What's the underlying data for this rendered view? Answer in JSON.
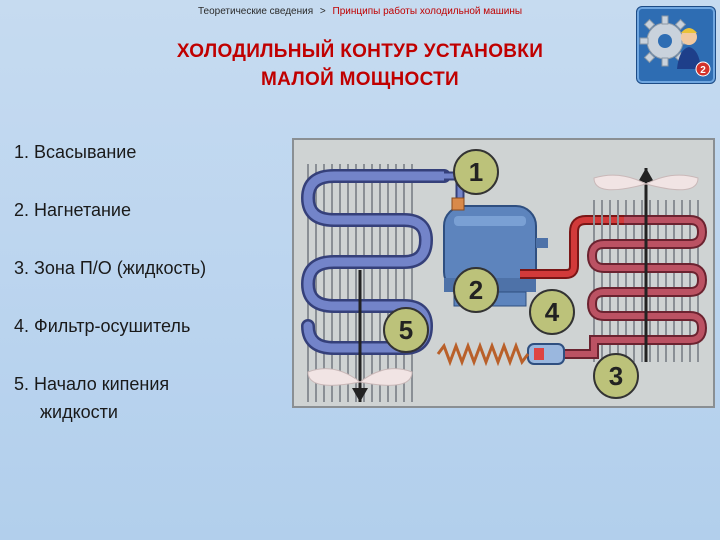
{
  "breadcrumb": {
    "parent": "Теоретические сведения",
    "separator": ">",
    "current": "Принципы работы холодильной машины"
  },
  "title": {
    "line1": "ХОЛОДИЛЬНЫЙ КОНТУР УСТАНОВКИ",
    "line2": "МАЛОЙ МОЩНОСТИ"
  },
  "logo": {
    "badge": "2",
    "icon": "gear-person-logo-icon"
  },
  "list": {
    "items": [
      {
        "line1": "1. Всасывание",
        "line2": ""
      },
      {
        "line1": "2. Нагнетание",
        "line2": ""
      },
      {
        "line1": "3. Зона П/О (жидкость)",
        "line2": ""
      },
      {
        "line1": "4. Фильтр-осушитель",
        "line2": ""
      },
      {
        "line1": "5. Начало кипения",
        "line2": "жидкости"
      }
    ]
  },
  "diagram": {
    "markers": [
      "1",
      "2",
      "3",
      "4",
      "5"
    ],
    "colors": {
      "suction": "#6a7fc0",
      "discharge": "#cc2a2a",
      "liquid": "#b84a5a",
      "compressor": "#5d84bd",
      "marker_fill": "#bcc27a",
      "fan": "#f2e6e6"
    }
  }
}
